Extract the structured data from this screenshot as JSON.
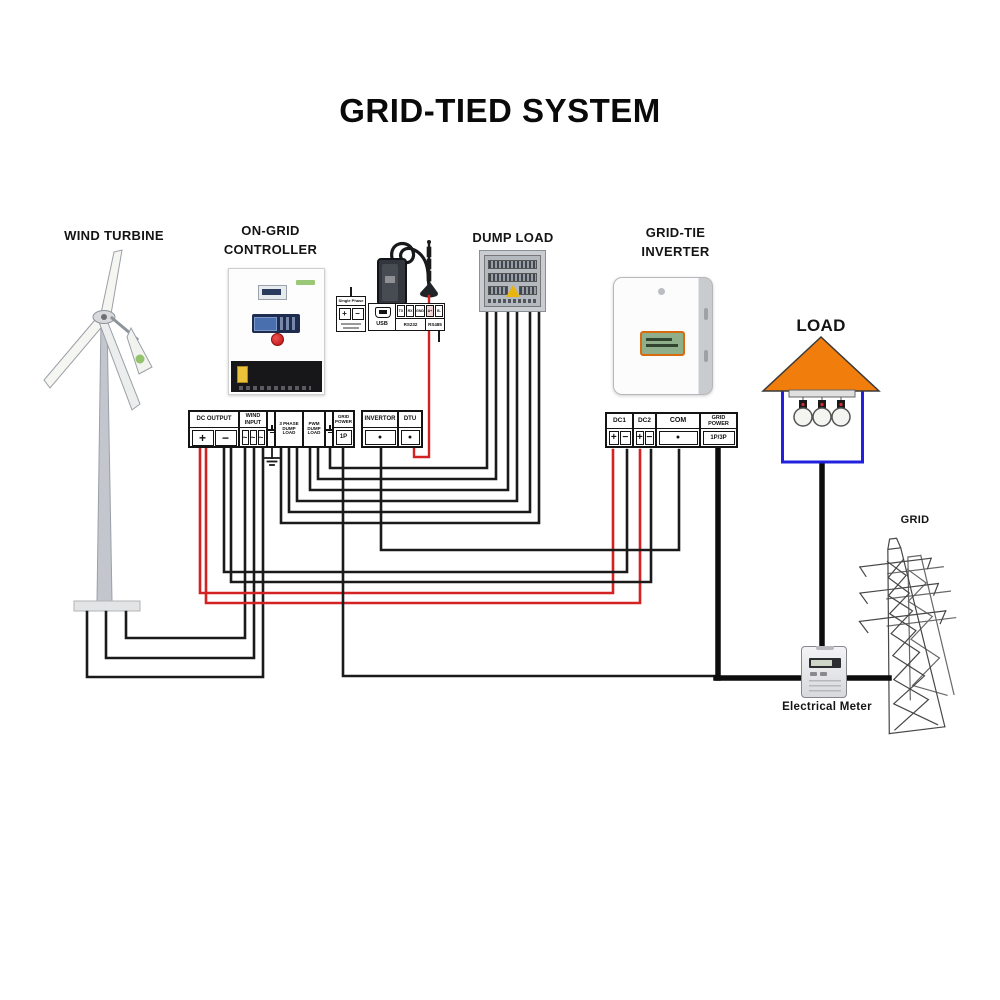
{
  "title": "GRID-TIED SYSTEM",
  "labels": {
    "wind_turbine": "WIND TURBINE",
    "controller_line1": "ON-GRID",
    "controller_line2": "CONTROLLER",
    "dump_load": "DUMP LOAD",
    "inverter_line1": "GRID-TIE",
    "inverter_line2": "INVERTER",
    "load": "LOAD",
    "grid": "GRID",
    "meter": "Electrical Meter"
  },
  "controller_terminals": {
    "dc_output": {
      "label": "DC OUTPUT",
      "plus": "+",
      "minus": "−"
    },
    "wind_input": {
      "line1": "WIND",
      "line2": "INPUT",
      "t1": "~",
      "t2": "~",
      "t3": "~"
    },
    "dump_3phase": {
      "line1": "3 PHASE",
      "line2": "DUMP",
      "line3": "LOAD"
    },
    "dump_pwm": {
      "line1": "PWM",
      "line2": "DUMP",
      "line3": "LOAD"
    },
    "grid_power": {
      "line1": "GRID",
      "line2": "POWER",
      "terminal": "1P"
    }
  },
  "comm_terminals": {
    "invertor": {
      "label": "INVERTOR",
      "dot": "●"
    },
    "dtu": {
      "label": "DTU",
      "dot": "●"
    }
  },
  "inverter_terminals": {
    "dc1": {
      "label": "DC1",
      "plus": "+",
      "minus": "−"
    },
    "dc2": {
      "label": "DC2",
      "plus": "+",
      "minus": "−"
    },
    "com": {
      "label": "COM",
      "dot": "●"
    },
    "grid_power": {
      "line1": "GRID",
      "line2": "POWER",
      "terminal": "1P/3P"
    }
  },
  "accessories": {
    "single_phase_label": "Single Phase",
    "plus": "+",
    "minus": "−",
    "usb_label": "USB",
    "rs_cells": [
      "TX",
      "RX",
      "GND",
      "A+",
      "B-"
    ],
    "rs232_label": "RS232",
    "rs485_label": "RS485"
  },
  "colors": {
    "wire_positive_red": "#d42222",
    "wire_black": "#1a1a1a",
    "wire_thick_black": "#0d0d0d",
    "roof_orange": "#F07D0C",
    "house_outline_blue": "#2020DD",
    "warning_yellow": "#E9B40C",
    "lcd_blue": "#27406e",
    "inverter_lcd_green": "#8fae8a"
  }
}
